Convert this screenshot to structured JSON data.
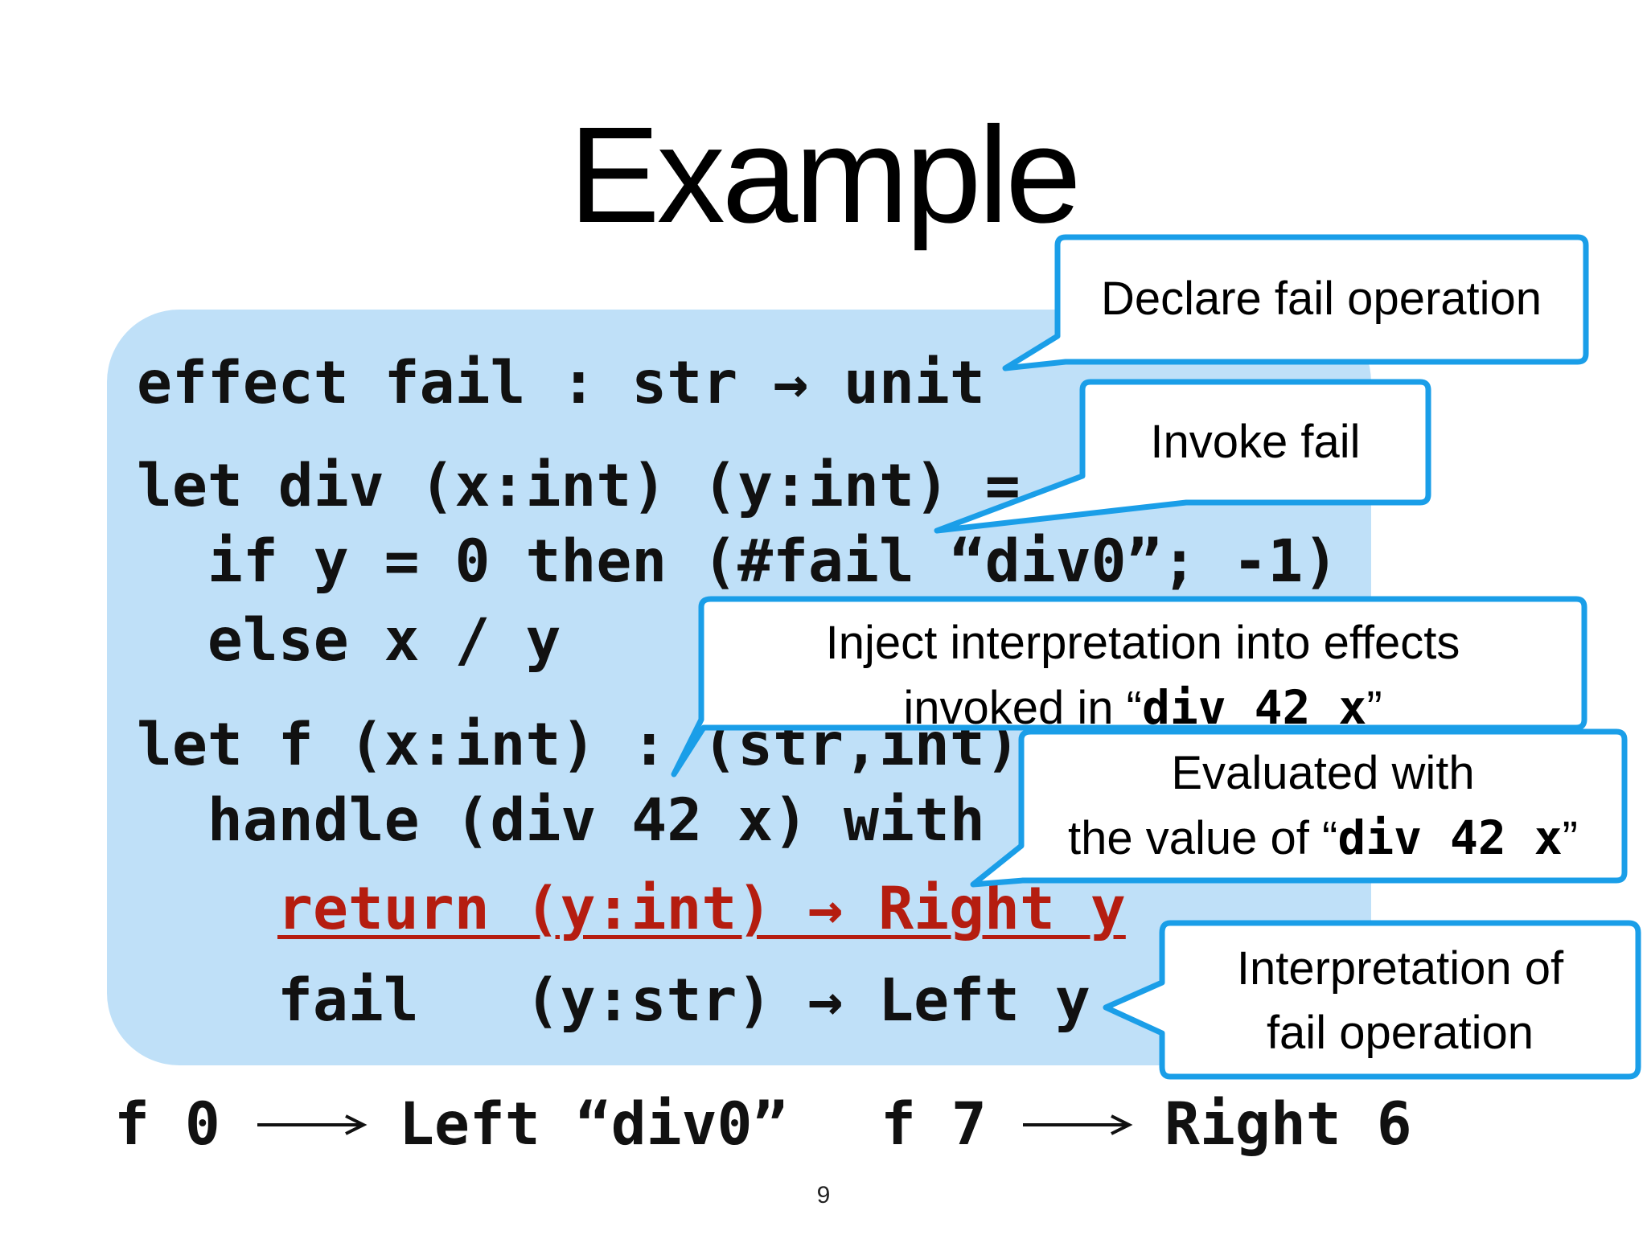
{
  "slide": {
    "title": "Example",
    "page_number": "9"
  },
  "code": {
    "line1": "effect fail : str → unit",
    "line2": "let div (x:int) (y:int) =",
    "line3": "  if y = 0 then (#fail “div0”; -1)",
    "line4": "  else x / y",
    "line5": "let f (x:int) : (str,int) either =",
    "line6": "  handle (div 42 x) with",
    "line7": "return (y:int) → Right y",
    "line8": "fail   (y:str) → Left y"
  },
  "callouts": {
    "declare": "Declare fail operation",
    "invoke": "Invoke fail",
    "inject_line1": "Inject interpretation into effects",
    "inject_line2_prefix": "invoked in “",
    "inject_line2_code": "div 42 x",
    "inject_line2_suffix": "”",
    "evaluated_line1": "Evaluated with",
    "evaluated_line2_prefix": "the value of “",
    "evaluated_line2_code": "div 42 x",
    "evaluated_line2_suffix": "”",
    "interp_line1": "Interpretation of",
    "interp_line2": "fail operation"
  },
  "results": {
    "call1": "f 0",
    "out1": "Left “div0”",
    "call2": "f 7",
    "out2": "Right 6"
  },
  "colors": {
    "panel": "#bfe0f8",
    "callout_border": "#1a9ee8",
    "return_line": "#b51d10"
  }
}
